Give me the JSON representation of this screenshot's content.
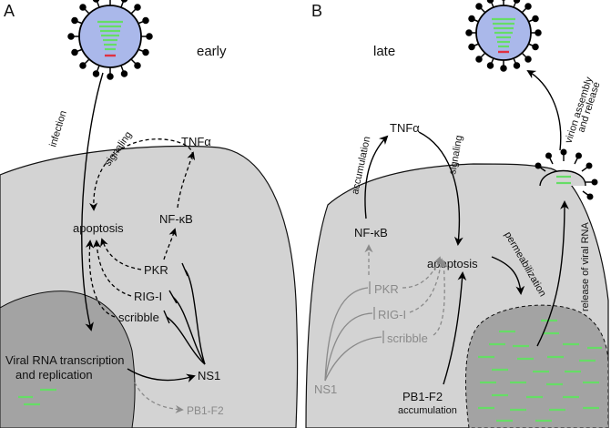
{
  "panel_a": {
    "letter": "A",
    "stage_label": "early",
    "infection_label": "infection",
    "signaling_label": "signaling",
    "tnf_label": "TNFα",
    "apoptosis_label": "apoptosis",
    "nfkb_label": "NF-κB",
    "pkr_label": "PKR",
    "rigi_label": "RIG-I",
    "scribble_label": "scribble",
    "nucleus_line1": "Viral RNA transcription",
    "nucleus_line2": "and replication",
    "ns1_label": "NS1",
    "pb1f2_label": "PB1-F2"
  },
  "panel_b": {
    "letter": "B",
    "stage_label": "late",
    "tnf_label": "TNFα",
    "accumulation_label": "accumulation",
    "signaling_label": "signaling",
    "nfkb_label": "NF-κB",
    "apoptosis_label": "apoptosis",
    "permeabilization_label": "permeabilization",
    "pkr_label": "PKR",
    "rigi_label": "RIG-I",
    "scribble_label": "scribble",
    "ns1_label": "NS1",
    "pb1f2_line1": "PB1-F2",
    "pb1f2_line2": "accumulation",
    "release_rna_label": "release of viral RNA",
    "virion_line1": "virion assembly",
    "virion_line2": "and release"
  },
  "colors": {
    "cell": "#d3d3d3",
    "nucleus": "#a3a3a3",
    "virus_body": "#aab8ea",
    "rna": "#66dd66",
    "rna_red": "#e03040",
    "inactive": "#8a8a8a"
  },
  "icons": [
    "virus-icon",
    "budding-virus-icon",
    "rna-segment-icon"
  ]
}
